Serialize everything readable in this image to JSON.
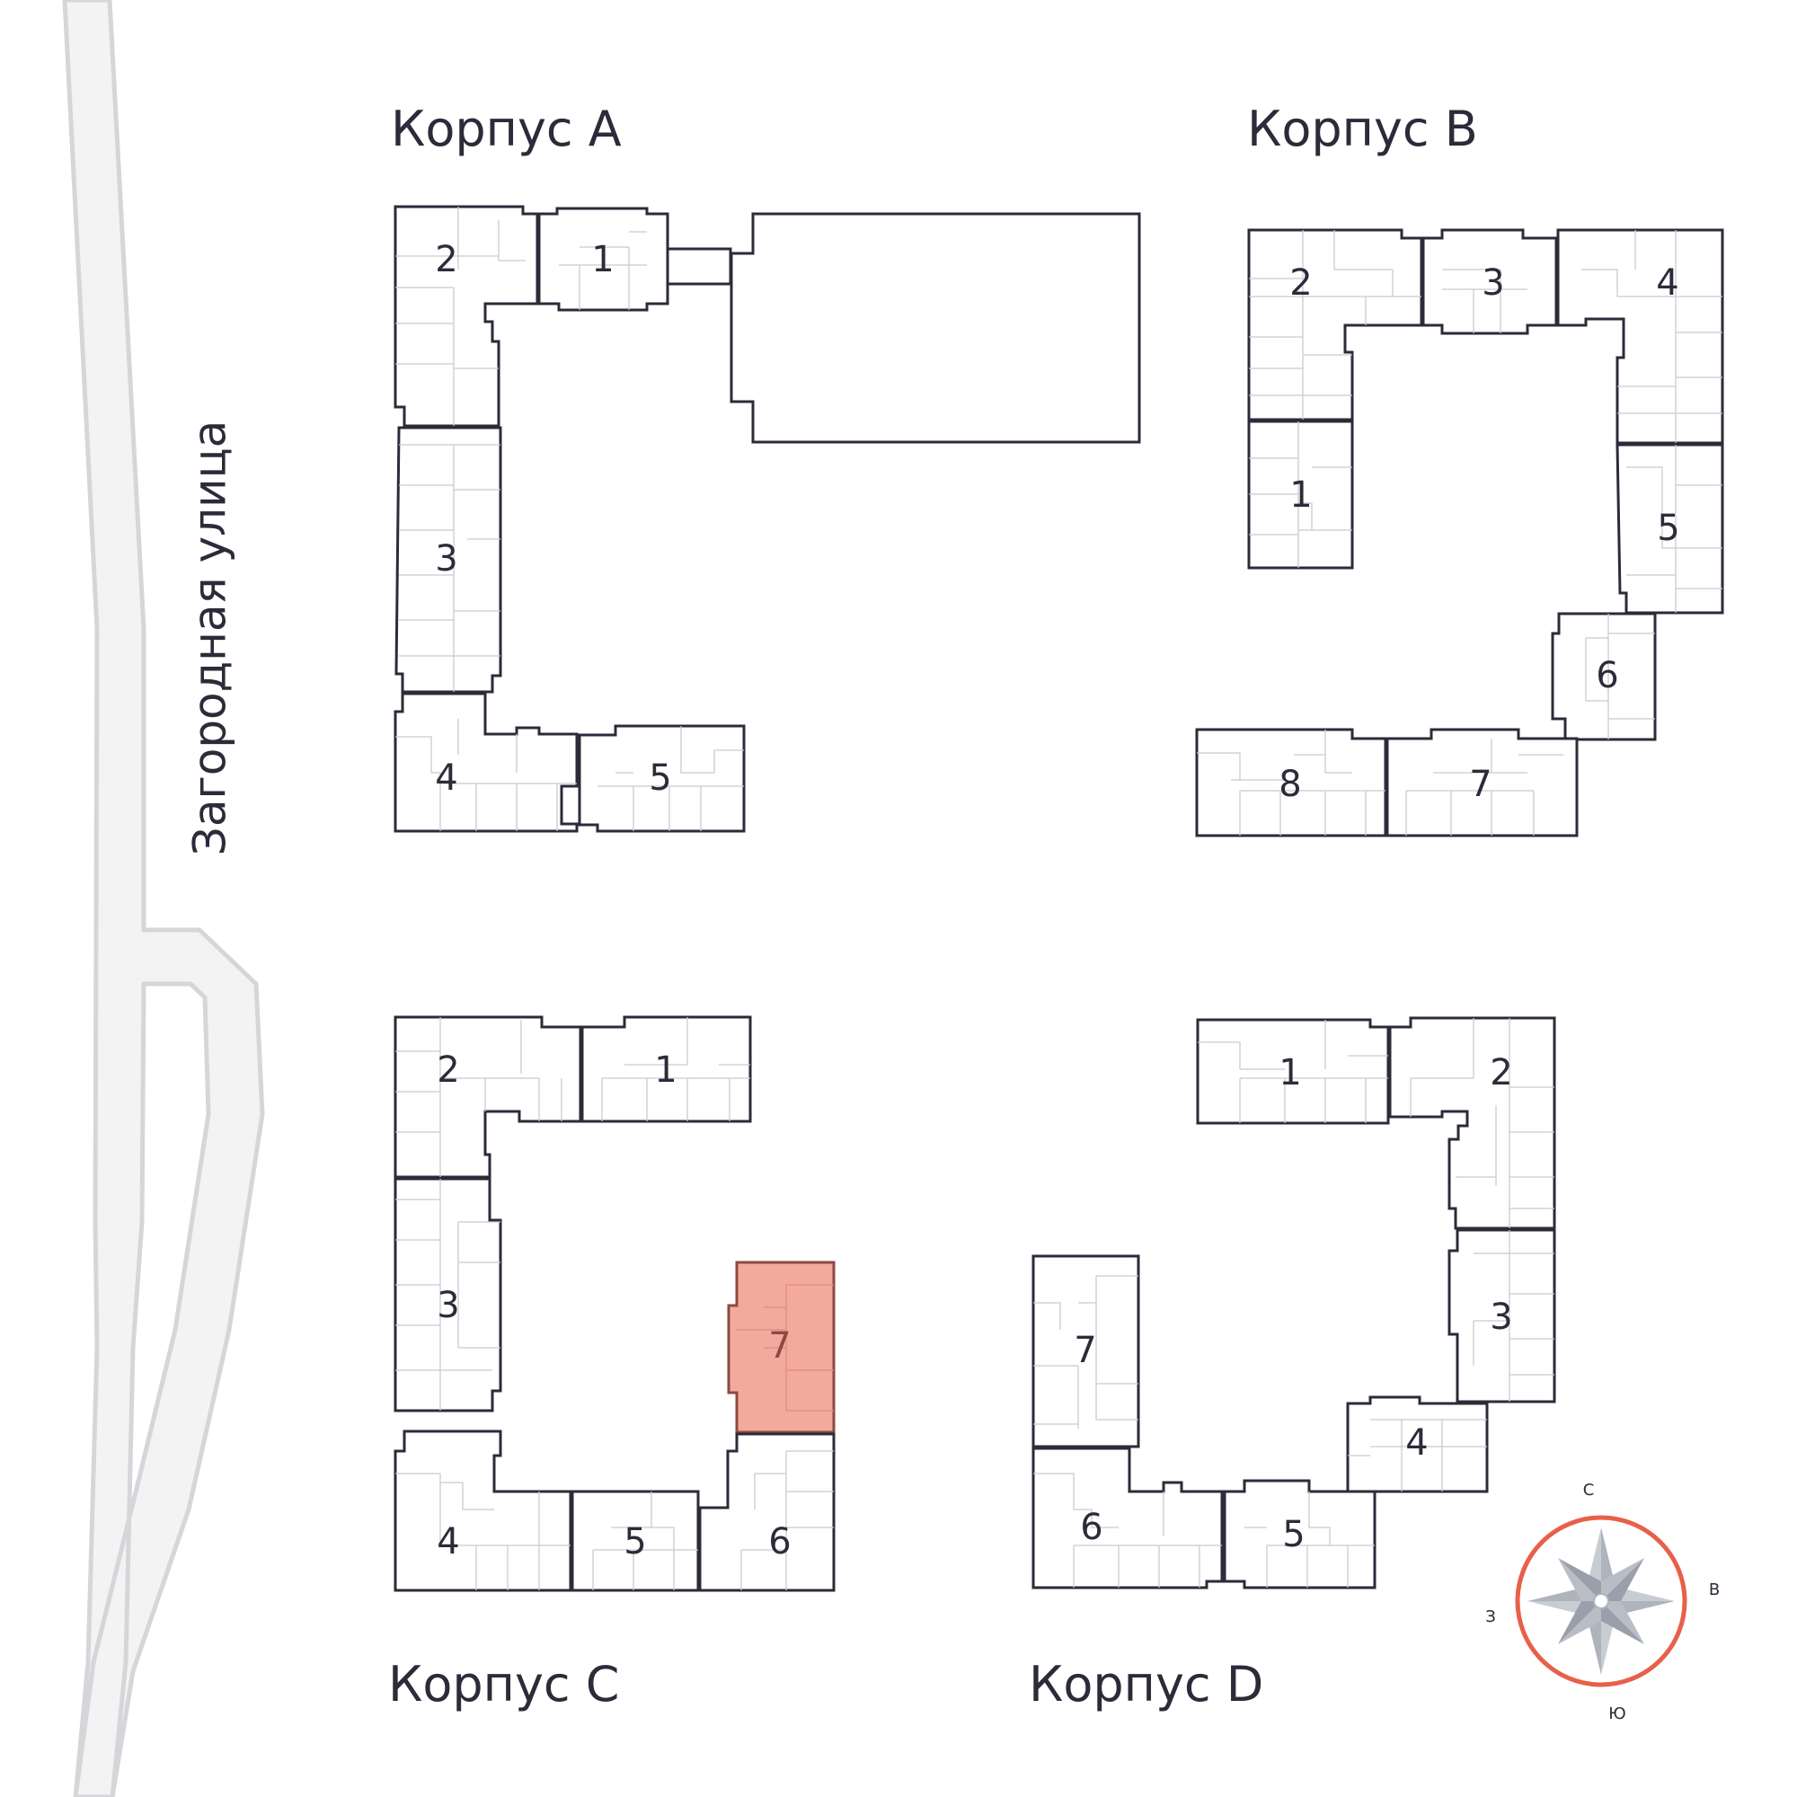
{
  "street": {
    "name": "Загородная улица"
  },
  "buildings": {
    "a": {
      "title": "Корпус A",
      "sections": [
        "2",
        "1",
        "3",
        "4",
        "5"
      ]
    },
    "b": {
      "title": "Корпус B",
      "sections": [
        "2",
        "3",
        "4",
        "1",
        "5",
        "6",
        "8",
        "7"
      ]
    },
    "c": {
      "title": "Корпус C",
      "sections": [
        "2",
        "1",
        "3",
        "7",
        "4",
        "5",
        "6"
      ]
    },
    "d": {
      "title": "Корпус D",
      "sections": [
        "1",
        "2",
        "7",
        "3",
        "4",
        "6",
        "5"
      ]
    }
  },
  "selected_section": {
    "building": "Корпус C",
    "section": "7",
    "color": "#f2aa9c"
  },
  "compass": {
    "north": "С",
    "east": "В",
    "south": "Ю",
    "west": "З",
    "ring_color": "#e8604a"
  },
  "colors": {
    "outline": "#2b2b3a",
    "road": "#f3f3f4",
    "road_edge": "#d4d6da"
  }
}
